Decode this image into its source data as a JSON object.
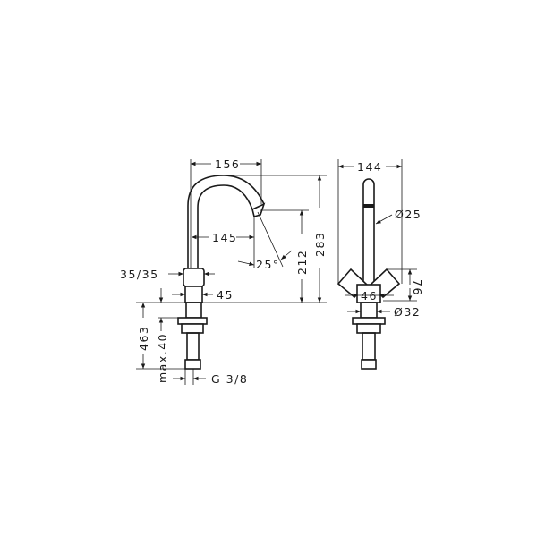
{
  "drawing": {
    "side_view": {
      "dimensions": {
        "spout_reach_outer": "156",
        "spout_reach": "145",
        "total_height": "283",
        "spout_height": "212",
        "spout_angle": "25°",
        "handle_size": "35/35",
        "body_width": "45",
        "shank_length": "463",
        "max_deck_thickness": "max.40",
        "thread": "G 3/8"
      }
    },
    "front_view": {
      "dimensions": {
        "handle_span": "144",
        "spout_diameter": "Ø25",
        "handle_height": "76",
        "body_width": "46",
        "base_diameter": "Ø32"
      }
    }
  }
}
